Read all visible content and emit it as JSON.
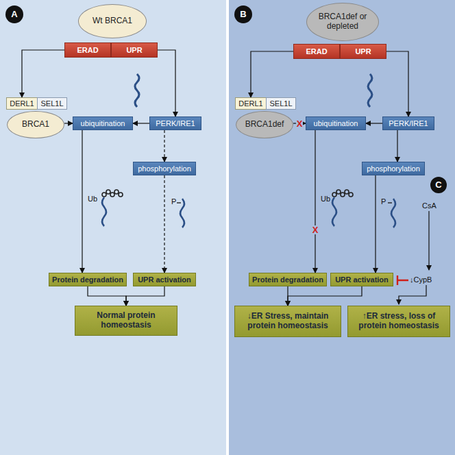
{
  "diagram": {
    "nodes": [
      {
        "text": [
          "A"
        ]
      },
      {
        "text": [
          "Wt BRCA1"
        ]
      },
      {
        "text": [
          "ERAD"
        ]
      },
      {
        "text": [
          "UPR"
        ]
      },
      {
        "text": [
          "DERL1"
        ]
      },
      {
        "text": [
          "SEL1L"
        ]
      },
      {
        "text": [
          "BRCA1"
        ]
      },
      {
        "text": [
          "ubiquitination"
        ]
      },
      {
        "text": [
          "PERK/IRE1"
        ]
      },
      {
        "text": [
          "phosphorylation"
        ]
      },
      {
        "text": [
          "Protein degradation"
        ]
      },
      {
        "text": [
          "UPR activation"
        ]
      },
      {
        "text": [
          "Normal protein homeostasis"
        ]
      },
      {
        "text": [
          "B"
        ]
      },
      {
        "text": [
          "BRCA1def or depleted"
        ]
      },
      {
        "text": [
          "ERAD"
        ]
      },
      {
        "text": [
          "UPR"
        ]
      },
      {
        "text": [
          "DERL1"
        ]
      },
      {
        "text": [
          "SEL1L"
        ]
      },
      {
        "text": [
          "BRCA1def"
        ]
      },
      {
        "text": [
          "ubiquitination"
        ]
      },
      {
        "text": [
          "PERK/IRE1"
        ]
      },
      {
        "text": [
          "phosphorylation"
        ]
      },
      {
        "text": [
          "C"
        ]
      },
      {
        "text": [
          "Protein degradation"
        ]
      },
      {
        "text": [
          "UPR activation"
        ]
      },
      {
        "text": [
          "↓ER Stress, maintain protein homeostasis"
        ]
      },
      {
        "text": [
          "↑ER stress, loss of protein homeostasis"
        ]
      }
    ],
    "edges": [
      {
        "from": 2,
        "to": 4,
        "arrow": "to"
      },
      {
        "from": 3,
        "to": 8,
        "arrow": "to"
      },
      {
        "from": 6,
        "to": 7,
        "arrow": "to"
      },
      {
        "from": 8,
        "to": 7,
        "arrow": "to"
      },
      {
        "from": 8,
        "to": 9,
        "arrow": "to"
      },
      {
        "from": 7,
        "to": 10,
        "arrow": "to"
      },
      {
        "from": 9,
        "to": 11,
        "arrow": "to"
      },
      {
        "from": 10,
        "to": 12,
        "arrow": "to"
      },
      {
        "from": 11,
        "to": 12,
        "arrow": "to"
      },
      {
        "from": 15,
        "to": 17,
        "arrow": "to"
      },
      {
        "from": 16,
        "to": 21,
        "arrow": "to"
      },
      {
        "from": 19,
        "to": 20,
        "label": "X",
        "arrow": "to"
      },
      {
        "from": 21,
        "to": 20,
        "arrow": "to"
      },
      {
        "from": 21,
        "to": 22,
        "arrow": "to"
      },
      {
        "from": 20,
        "to": 24,
        "label": "X",
        "arrow": "to"
      },
      {
        "from": 22,
        "to": 25,
        "arrow": "to"
      },
      {
        "from": 24,
        "to": 26,
        "arrow": "to"
      },
      {
        "from": 25,
        "to": 26,
        "arrow": "to"
      }
    ],
    "labels": [
      "Ub",
      "P",
      "Ub",
      "P",
      "CsA",
      "↓CypB"
    ]
  }
}
